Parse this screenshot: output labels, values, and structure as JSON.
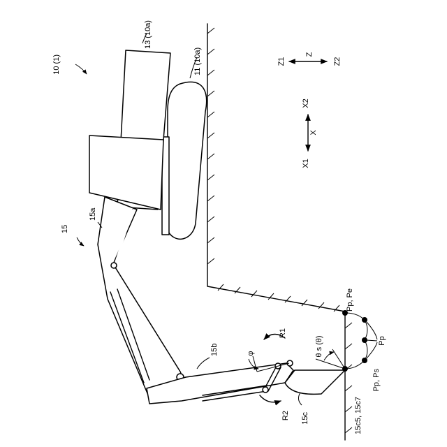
{
  "labels": {
    "machine": "10 (1)",
    "cab": "13 (10a)",
    "track": "11 (10a)",
    "frontwork": "15",
    "boom": "15a",
    "arm": "15b",
    "bucket": "15c",
    "tip_points": "15c5, 15c7",
    "r1": "R1",
    "r2": "R2",
    "phi": "φ",
    "theta": "θ s (θ)",
    "pp_pe": "Pp, Pe",
    "pp": "Pp",
    "pp_ps": "Pp, Ps",
    "z1": "Z1",
    "z": "Z",
    "z2": "Z2",
    "x1": "X1",
    "x": "X",
    "x2": "X2"
  }
}
